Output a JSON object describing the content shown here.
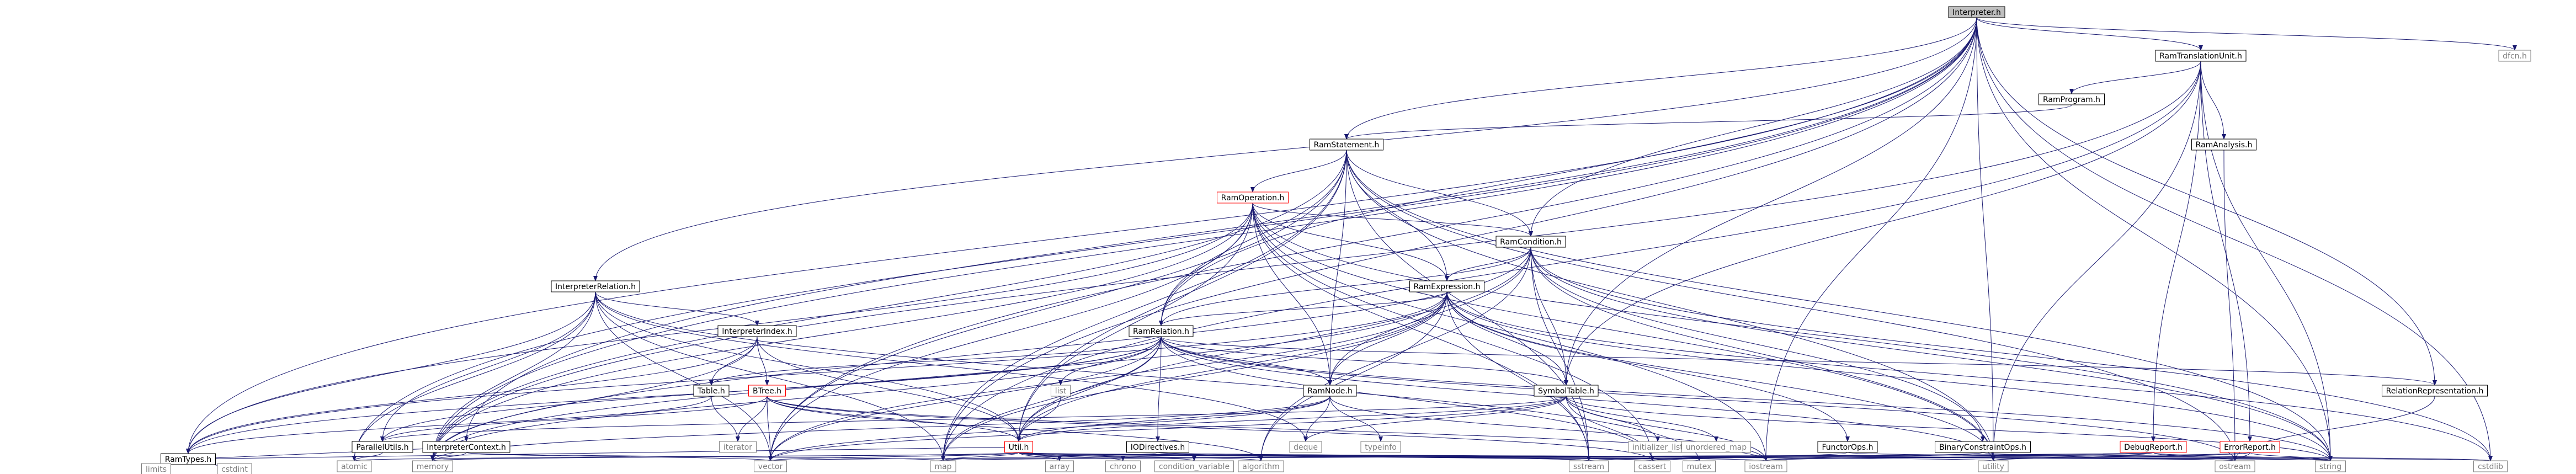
{
  "graph": {
    "colors": {
      "edge": "#191970",
      "node_border_default": "#7f7f7f",
      "node_border_link": "#000000",
      "node_border_red": "#ff0000",
      "node_text_default": "#7f7f7f",
      "node_text_link": "#000000",
      "root_fill": "#bfbfbf",
      "background": "#ffffff"
    },
    "nodes": [
      {
        "id": "interpreter",
        "label": "Interpreter.h",
        "kind": "root"
      },
      {
        "id": "ramtranslationunit",
        "label": "RamTranslationUnit.h",
        "kind": "link"
      },
      {
        "id": "dfcn",
        "label": "dfcn.h",
        "kind": "system"
      },
      {
        "id": "ramprogram",
        "label": "RamProgram.h",
        "kind": "link"
      },
      {
        "id": "ramanalysis",
        "label": "RamAnalysis.h",
        "kind": "link"
      },
      {
        "id": "ramstatement",
        "label": "RamStatement.h",
        "kind": "link"
      },
      {
        "id": "ramoperation",
        "label": "RamOperation.h",
        "kind": "red"
      },
      {
        "id": "ramcondition",
        "label": "RamCondition.h",
        "kind": "link"
      },
      {
        "id": "interpreterrelation",
        "label": "InterpreterRelation.h",
        "kind": "link"
      },
      {
        "id": "ramexpression",
        "label": "RamExpression.h",
        "kind": "link"
      },
      {
        "id": "interpreterindex",
        "label": "InterpreterIndex.h",
        "kind": "link"
      },
      {
        "id": "ramrelation",
        "label": "RamRelation.h",
        "kind": "link"
      },
      {
        "id": "table",
        "label": "Table.h",
        "kind": "link"
      },
      {
        "id": "list",
        "label": "list",
        "kind": "system"
      },
      {
        "id": "ramnode",
        "label": "RamNode.h",
        "kind": "link"
      },
      {
        "id": "symboltable",
        "label": "SymbolTable.h",
        "kind": "link"
      },
      {
        "id": "relationrepresentation",
        "label": "RelationRepresentation.h",
        "kind": "link"
      },
      {
        "id": "btree",
        "label": "BTree.h",
        "kind": "red"
      },
      {
        "id": "parallelutils",
        "label": "ParallelUtils.h",
        "kind": "link"
      },
      {
        "id": "interpretercontext",
        "label": "InterpreterContext.h",
        "kind": "link"
      },
      {
        "id": "util",
        "label": "Util.h",
        "kind": "red"
      },
      {
        "id": "iodirectives",
        "label": "IODirectives.h",
        "kind": "link"
      },
      {
        "id": "iterator",
        "label": "iterator",
        "kind": "system"
      },
      {
        "id": "deque",
        "label": "deque",
        "kind": "system"
      },
      {
        "id": "typeinfo",
        "label": "typeinfo",
        "kind": "system"
      },
      {
        "id": "initializer_list",
        "label": "initializer_list",
        "kind": "system"
      },
      {
        "id": "unordered_map",
        "label": "unordered_map",
        "kind": "system"
      },
      {
        "id": "functorops",
        "label": "FunctorOps.h",
        "kind": "link"
      },
      {
        "id": "binaryconstraintops",
        "label": "BinaryConstraintOps.h",
        "kind": "link"
      },
      {
        "id": "debugreport",
        "label": "DebugReport.h",
        "kind": "red"
      },
      {
        "id": "errorreport",
        "label": "ErrorReport.h",
        "kind": "red"
      },
      {
        "id": "ramtypes",
        "label": "RamTypes.h",
        "kind": "link"
      },
      {
        "id": "atomic",
        "label": "atomic",
        "kind": "system"
      },
      {
        "id": "memory",
        "label": "memory",
        "kind": "system"
      },
      {
        "id": "vector",
        "label": "vector",
        "kind": "system"
      },
      {
        "id": "map",
        "label": "map",
        "kind": "system"
      },
      {
        "id": "array",
        "label": "array",
        "kind": "system"
      },
      {
        "id": "chrono",
        "label": "chrono",
        "kind": "system"
      },
      {
        "id": "condition_variable",
        "label": "condition_variable",
        "kind": "system"
      },
      {
        "id": "algorithm",
        "label": "algorithm",
        "kind": "system"
      },
      {
        "id": "sstream",
        "label": "sstream",
        "kind": "system"
      },
      {
        "id": "cassert",
        "label": "cassert",
        "kind": "system"
      },
      {
        "id": "mutex",
        "label": "mutex",
        "kind": "system"
      },
      {
        "id": "iostream",
        "label": "iostream",
        "kind": "system"
      },
      {
        "id": "utility",
        "label": "utility",
        "kind": "system"
      },
      {
        "id": "ostream",
        "label": "ostream",
        "kind": "system"
      },
      {
        "id": "string",
        "label": "string",
        "kind": "system"
      },
      {
        "id": "cstdlib",
        "label": "cstdlib",
        "kind": "system"
      },
      {
        "id": "limits",
        "label": "limits",
        "kind": "system"
      },
      {
        "id": "cstdint",
        "label": "cstdint",
        "kind": "system"
      }
    ],
    "edges": [
      [
        "interpreter",
        "ramtranslationunit"
      ],
      [
        "interpreter",
        "dfcn"
      ],
      [
        "interpreter",
        "ramstatement"
      ],
      [
        "interpreter",
        "ramcondition"
      ],
      [
        "interpreter",
        "interpreterrelation"
      ],
      [
        "interpreter",
        "ramrelation"
      ],
      [
        "interpreter",
        "symboltable"
      ],
      [
        "interpreter",
        "relationrepresentation"
      ],
      [
        "interpreter",
        "interpretercontext"
      ],
      [
        "interpreter",
        "ramtypes"
      ],
      [
        "interpreter",
        "atomic"
      ],
      [
        "interpreter",
        "memory"
      ],
      [
        "interpreter",
        "vector"
      ],
      [
        "interpreter",
        "map"
      ],
      [
        "interpreter",
        "iostream"
      ],
      [
        "interpreter",
        "utility"
      ],
      [
        "interpreter",
        "string"
      ],
      [
        "interpreter",
        "cstdlib"
      ],
      [
        "ramtranslationunit",
        "ramprogram"
      ],
      [
        "ramtranslationunit",
        "ramanalysis"
      ],
      [
        "ramtranslationunit",
        "symboltable"
      ],
      [
        "ramtranslationunit",
        "debugreport"
      ],
      [
        "ramtranslationunit",
        "errorreport"
      ],
      [
        "ramtranslationunit",
        "memory"
      ],
      [
        "ramtranslationunit",
        "map"
      ],
      [
        "ramtranslationunit",
        "string"
      ],
      [
        "ramtranslationunit",
        "utility"
      ],
      [
        "ramprogram",
        "ramstatement"
      ],
      [
        "ramanalysis",
        "ostream"
      ],
      [
        "ramstatement",
        "ramoperation"
      ],
      [
        "ramstatement",
        "ramcondition"
      ],
      [
        "ramstatement",
        "ramexpression"
      ],
      [
        "ramstatement",
        "ramrelation"
      ],
      [
        "ramstatement",
        "ramnode"
      ],
      [
        "ramstatement",
        "util"
      ],
      [
        "ramstatement",
        "memory"
      ],
      [
        "ramstatement",
        "vector"
      ],
      [
        "ramstatement",
        "map"
      ],
      [
        "ramstatement",
        "string"
      ],
      [
        "ramstatement",
        "sstream"
      ],
      [
        "ramstatement",
        "utility"
      ],
      [
        "ramstatement",
        "ostream"
      ],
      [
        "ramoperation",
        "ramcondition"
      ],
      [
        "ramoperation",
        "ramexpression"
      ],
      [
        "ramoperation",
        "ramrelation"
      ],
      [
        "ramoperation",
        "ramnode"
      ],
      [
        "ramoperation",
        "util"
      ],
      [
        "ramoperation",
        "ramtypes"
      ],
      [
        "ramoperation",
        "memory"
      ],
      [
        "ramoperation",
        "vector"
      ],
      [
        "ramoperation",
        "cassert"
      ],
      [
        "ramoperation",
        "iostream"
      ],
      [
        "ramoperation",
        "string"
      ],
      [
        "ramoperation",
        "sstream"
      ],
      [
        "ramoperation",
        "utility"
      ],
      [
        "ramcondition",
        "ramexpression"
      ],
      [
        "ramcondition",
        "ramrelation"
      ],
      [
        "ramcondition",
        "ramnode"
      ],
      [
        "ramcondition",
        "symboltable"
      ],
      [
        "ramcondition",
        "binaryconstraintops"
      ],
      [
        "ramcondition",
        "util"
      ],
      [
        "ramcondition",
        "memory"
      ],
      [
        "ramcondition",
        "string"
      ],
      [
        "ramcondition",
        "sstream"
      ],
      [
        "ramcondition",
        "utility"
      ],
      [
        "ramcondition",
        "algorithm"
      ],
      [
        "ramcondition",
        "cstdlib"
      ],
      [
        "interpreterrelation",
        "interpreterindex"
      ],
      [
        "interpreterrelation",
        "parallelutils"
      ],
      [
        "interpreterrelation",
        "ramtypes"
      ],
      [
        "interpreterrelation",
        "util"
      ],
      [
        "interpreterrelation",
        "deque"
      ],
      [
        "interpreterrelation",
        "map"
      ],
      [
        "interpreterrelation",
        "memory"
      ],
      [
        "interpreterrelation",
        "vector"
      ],
      [
        "interpreterrelation",
        "mutex"
      ],
      [
        "interpreterrelation",
        "atomic"
      ],
      [
        "ramexpression",
        "ramrelation"
      ],
      [
        "ramexpression",
        "ramnode"
      ],
      [
        "ramexpression",
        "symboltable"
      ],
      [
        "ramexpression",
        "functorops"
      ],
      [
        "ramexpression",
        "ramtypes"
      ],
      [
        "ramexpression",
        "util"
      ],
      [
        "ramexpression",
        "map"
      ],
      [
        "ramexpression",
        "memory"
      ],
      [
        "ramexpression",
        "sstream"
      ],
      [
        "ramexpression",
        "string"
      ],
      [
        "ramexpression",
        "cstdlib"
      ],
      [
        "ramexpression",
        "algorithm"
      ],
      [
        "ramexpression",
        "utility"
      ],
      [
        "ramexpression",
        "vector"
      ],
      [
        "interpreterindex",
        "btree"
      ],
      [
        "interpreterindex",
        "table"
      ],
      [
        "interpreterindex",
        "util"
      ],
      [
        "interpreterindex",
        "ramtypes"
      ],
      [
        "interpreterindex",
        "memory"
      ],
      [
        "ramrelation",
        "table"
      ],
      [
        "ramrelation",
        "list"
      ],
      [
        "ramrelation",
        "ramnode"
      ],
      [
        "ramrelation",
        "symboltable"
      ],
      [
        "ramrelation",
        "relationrepresentation"
      ],
      [
        "ramrelation",
        "iodirectives"
      ],
      [
        "ramrelation",
        "util"
      ],
      [
        "ramrelation",
        "parallelutils"
      ],
      [
        "ramrelation",
        "ramtypes"
      ],
      [
        "ramrelation",
        "memory"
      ],
      [
        "ramrelation",
        "vector"
      ],
      [
        "ramrelation",
        "map"
      ],
      [
        "ramrelation",
        "string"
      ],
      [
        "ramrelation",
        "utility"
      ],
      [
        "ramrelation",
        "cassert"
      ],
      [
        "ramrelation",
        "ostream"
      ],
      [
        "table",
        "iterator"
      ],
      [
        "table",
        "ramtypes"
      ],
      [
        "list",
        "util"
      ],
      [
        "ramnode",
        "typeinfo"
      ],
      [
        "ramnode",
        "deque"
      ],
      [
        "ramnode",
        "util"
      ],
      [
        "ramnode",
        "iostream"
      ],
      [
        "ramnode",
        "memory"
      ],
      [
        "ramnode",
        "vector"
      ],
      [
        "symboltable",
        "util"
      ],
      [
        "symboltable",
        "parallelutils"
      ],
      [
        "symboltable",
        "initializer_list"
      ],
      [
        "symboltable",
        "unordered_map"
      ],
      [
        "symboltable",
        "deque"
      ],
      [
        "symboltable",
        "cassert"
      ],
      [
        "symboltable",
        "iostream"
      ],
      [
        "symboltable",
        "string"
      ],
      [
        "symboltable",
        "vector"
      ],
      [
        "relationrepresentation",
        "ostream"
      ],
      [
        "btree",
        "parallelutils"
      ],
      [
        "btree",
        "util"
      ],
      [
        "btree",
        "iterator"
      ],
      [
        "btree",
        "vector"
      ],
      [
        "btree",
        "algorithm"
      ],
      [
        "btree",
        "cassert"
      ],
      [
        "btree",
        "iostream"
      ],
      [
        "parallelutils",
        "atomic"
      ],
      [
        "interpretercontext",
        "ramtypes"
      ],
      [
        "interpretercontext",
        "vector"
      ],
      [
        "interpretercontext",
        "memory"
      ],
      [
        "interpretercontext",
        "map"
      ],
      [
        "util",
        "ramtypes"
      ],
      [
        "util",
        "atomic"
      ],
      [
        "util",
        "memory"
      ],
      [
        "util",
        "vector"
      ],
      [
        "util",
        "map"
      ],
      [
        "util",
        "array"
      ],
      [
        "util",
        "chrono"
      ],
      [
        "util",
        "condition_variable"
      ],
      [
        "util",
        "algorithm"
      ],
      [
        "util",
        "sstream"
      ],
      [
        "util",
        "cassert"
      ],
      [
        "util",
        "mutex"
      ],
      [
        "util",
        "iostream"
      ],
      [
        "util",
        "utility"
      ],
      [
        "util",
        "ostream"
      ],
      [
        "util",
        "string"
      ],
      [
        "util",
        "cstdlib"
      ],
      [
        "iodirectives",
        "map"
      ],
      [
        "iodirectives",
        "sstream"
      ],
      [
        "iodirectives",
        "string"
      ],
      [
        "iodirectives",
        "ostream"
      ],
      [
        "functorops",
        "cassert"
      ],
      [
        "functorops",
        "cstdlib"
      ],
      [
        "binaryconstraintops",
        "iostream"
      ],
      [
        "binaryconstraintops",
        "cassert"
      ],
      [
        "binaryconstraintops",
        "string"
      ],
      [
        "debugreport",
        "sstream"
      ],
      [
        "debugreport",
        "string"
      ],
      [
        "debugreport",
        "utility"
      ],
      [
        "debugreport",
        "map"
      ],
      [
        "debugreport",
        "vector"
      ],
      [
        "debugreport",
        "ostream"
      ],
      [
        "errorreport",
        "iostream"
      ],
      [
        "errorreport",
        "string"
      ],
      [
        "errorreport",
        "utility"
      ],
      [
        "errorreport",
        "ostream"
      ],
      [
        "ramtypes",
        "limits"
      ],
      [
        "ramtypes",
        "cstdint"
      ]
    ]
  }
}
